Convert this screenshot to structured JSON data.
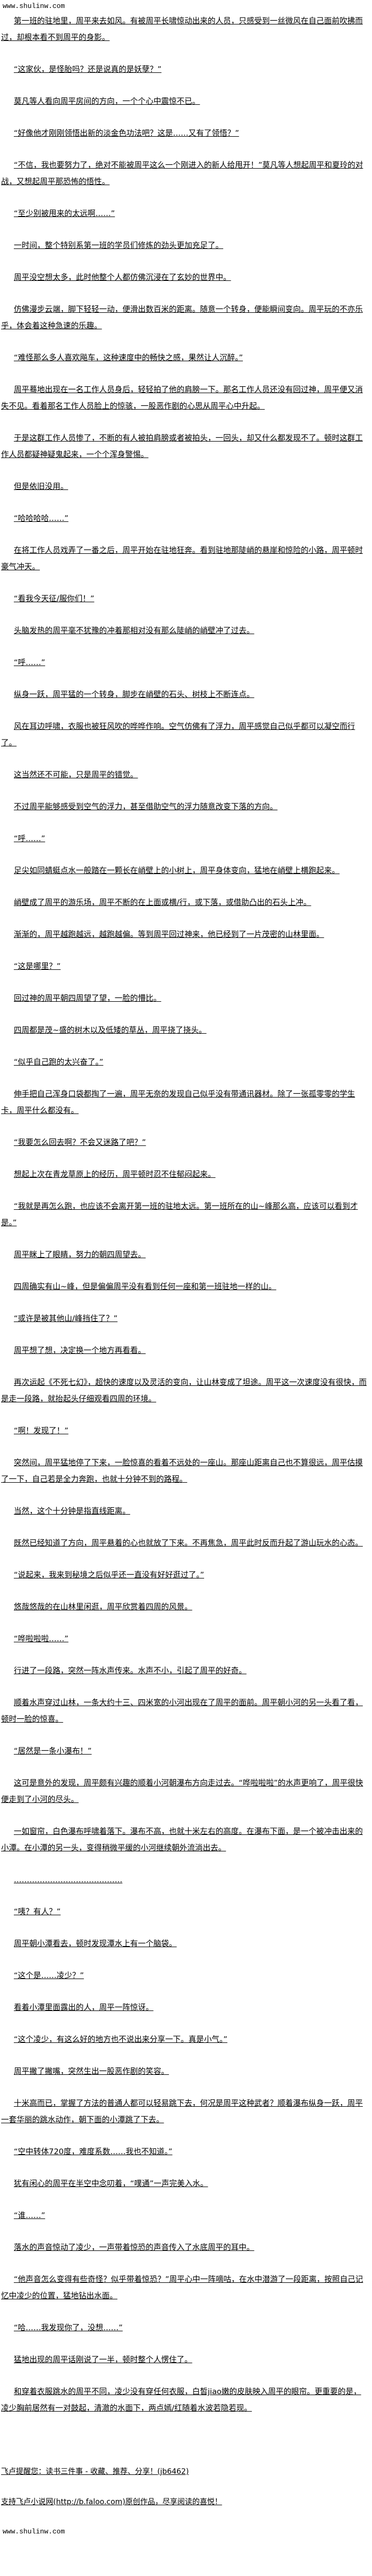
{
  "site": "www.shulinw.com",
  "paragraphs": [
    "第一班的驻地里，周平来去如风。有被周平长啸惊动出来的人员，只感受到一丝微风在自己面前吹拂而过，却根本看不到周平的身影。",
    "“这家伙，是怪胎吗？还是说真的是妖孽？”",
    "莫凡等人看向周平房间的方向，一个个心中震惊不已。",
    "“好像他才刚刚领悟出新的淡金色功法吧？这是……又有了领悟？”",
    "“不信，我也要努力了，绝对不能被周平这么一个刚进入的新人给甩开！”莫凡等人想起周平和夏玲的对战，又想起周平那恐怖的悟性。",
    "“至少别被甩来的太远啊……”",
    "一时间，整个特别系第一班的学员们修炼的劲头更加充足了。",
    "周平没空想太多，此时他整个人都仿佛沉浸在了玄妙的世界中。",
    "仿佛漫步云端，脚下轻轻一动，便滑出数百米的距离。随意一个转身，便能瞬间变向。周平玩的不亦乐乎，体会着这种急速的乐趣。",
    "“难怪那么多人喜欢飚车，这种速度中的畅快之感，果然让人沉醉。”",
    "周平蓦地出现在一名工作人员身后，轻轻拍了他的肩膀一下。那名工作人员还没有回过神，周平便又消失不见。看着那名工作人员脸上的惊骇，一股恶作剧的心思从周平心中升起。",
    "于是这群工作人员惨了，不断的有人被拍肩膀或者被拍头，一回头，却又什么都发现不了。顿时这群工作人员都疑神疑鬼起来，一个个浑身警惕。",
    "但是依旧没用。",
    "“哈哈哈哈……”",
    "在将工作人员戏弄了一番之后，周平开始在驻地狂奔。看到驻地那陡峭的悬崖和惊险的小路，周平顿时豪气冲天。",
    "“看我今天征/服你们！”",
    "头脑发热的周平毫不犹豫的冲着那相对没有那么陡峭的峭壁冲了过去。",
    "“呼……”",
    "纵身一跃，周平猛的一个转身，脚步在峭壁的石头、树枝上不断连点。",
    "风在耳边呼啸，衣服也被狂风吹的哗哗作响。空气仿佛有了浮力，周平感觉自己似乎都可以凝空而行了。",
    "这当然还不可能，只是周平的错觉。",
    "不过周平能够感受到空气的浮力，甚至借助空气的浮力随意改变下落的方向。",
    "“呼……”",
    "足尖如同蜻蜓点水一般踏在一颗长在峭壁上的小树上，周平身体变向，猛地在峭壁上横跑起来。",
    "峭壁成了周平的游乐场，周平不断的在上面或横/行，或下落，或借助凸出的石头上冲。",
    "渐渐的，周平越跑越远，越跑越偏。等到周平回过神来，他已经到了一片茂密的山林里面。",
    "“这是哪里？”",
    "回过神的周平朝四周望了望，一脸的懵比。",
    "四周都是茂~盛的树木以及低矮的草丛，周平挠了挠头。",
    "“似乎自己跑的太兴奋了。”",
    "伸手把自己浑身口袋都掏了一遍，周平无奈的发现自己似乎没有带通讯器材。除了一张孤零零的学生卡，周平什么都没有。",
    "“我要怎么回去啊？不会又迷路了吧？”",
    "想起上次在青龙草原上的经历，周平顿时忍不住郁闷起来。",
    "“我就是再怎么跑，也应该不会离开第一班的驻地太远。第一班所在的山~峰那么高，应该可以看到才是。”",
    "周平眯上了眼睛，努力的朝四周望去。",
    "四周确实有山~峰，但是偏偏周平没有看到任何一座和第一班驻地一样的山。",
    "“或许是被其他山/峰挡住了？”",
    "周平想了想，决定换一个地方再看看。",
    "再次运起《不死七幻》，超快的速度以及灵活的变向，让山林变成了坦途。周平这一次速度没有很快，而是走一段路，就抬起头仔细观看四周的环境。",
    "“啊！发现了！”",
    "突然间，周平猛地停了下来，一脸惊喜的看着不远处的一座山。那座山距离自己也不算很远，周平估摸了一下，自己若是全力奔跑，也就十分钟不到的路程。",
    "当然，这个十分钟是指直线距离。",
    "既然已经知道了方向，周平悬着的心也就放了下来。不再焦急，周平此时反而升起了游山玩水的心态。",
    "“说起来，我来到秘境之后似乎还一直没有好好逛过了。”",
    "悠哉悠哉的在山林里闲逛，周平欣赏着四周的风景。",
    "“哗啦啦啦……”",
    "行进了一段路，突然一阵水声传来。水声不小，引起了周平的好奇。",
    "顺着水声穿过山林，一条大约十三、四米宽的小河出现在了周平的面前。周平朝小河的另一头看了看，顿时一脸的惊喜。",
    "“居然是一条小瀑布！”",
    "这可是意外的发现，周平颇有兴趣的顺着小河朝瀑布方向走过去。“哗啦啦啦”的水声更响了，周平很快便走到了小河的尽头。",
    "一如窗帘，白色瀑布呼啸着落下。瀑布不高，也就十米左右的高度。在瀑布下面，是一个被冲击出来的小潭。在小潭的另一头，变得稍微平缓的小河继续朝外流淌出去。",
    "……………………………………",
    "“咦？有人？”",
    "周平朝小潭看去，顿时发现潭水上有一个脑袋。",
    "“这个是……凌少？”",
    "看着小潭里面露出的人，周平一阵惊讶。",
    "“这个凌少，有这么好的地方也不说出来分享一下。真是小气。”",
    "周平撇了撇嘴，突然生出一股恶作剧的笑容。",
    "十米高而已，掌握了方法的普通人都可以轻易跳下去，何况是周平这种武者？顺着瀑布纵身一跃，周平一套华丽的跳水动作，朝下面的小潭跳了下去。",
    "“空中转体720度，难度系数……我也不知道。”",
    "犹有闲心的周平在半空中念叨着，“噗通”一声完美入水。",
    "“谁……”",
    "落水的声音惊动了凌少，一声带着惊恐的声音传入了水底周平的耳中。",
    "“他声音怎么变得有些奇怪？似乎带着惊恐？”周平心中一阵嘀咕，在水中潜游了一段距离，按照自己记忆中凌少的位置，猛地钻出水面。",
    "“哈……我发现你了，没想……”",
    "猛地出现的周平话刚说了一半，顿时整个人愣住了。",
    "和穿着衣服跳水的周平不同，凌少没有穿任何衣服，白皙jiao嫩的皮肤映入周平的眼帘。更重要的是，凌少胸前居然有一对鼓起，清澈的水面下，两点嫣/红随着水波若隐若现。"
  ],
  "footer": {
    "reminder": "飞卢提醒您：读书三件事 - 收藏、推荐、分享！(jb6462)",
    "support": "支持飞卢小说网(http://b.faloo.com)原创作品，尽享阅读的喜悦！"
  }
}
